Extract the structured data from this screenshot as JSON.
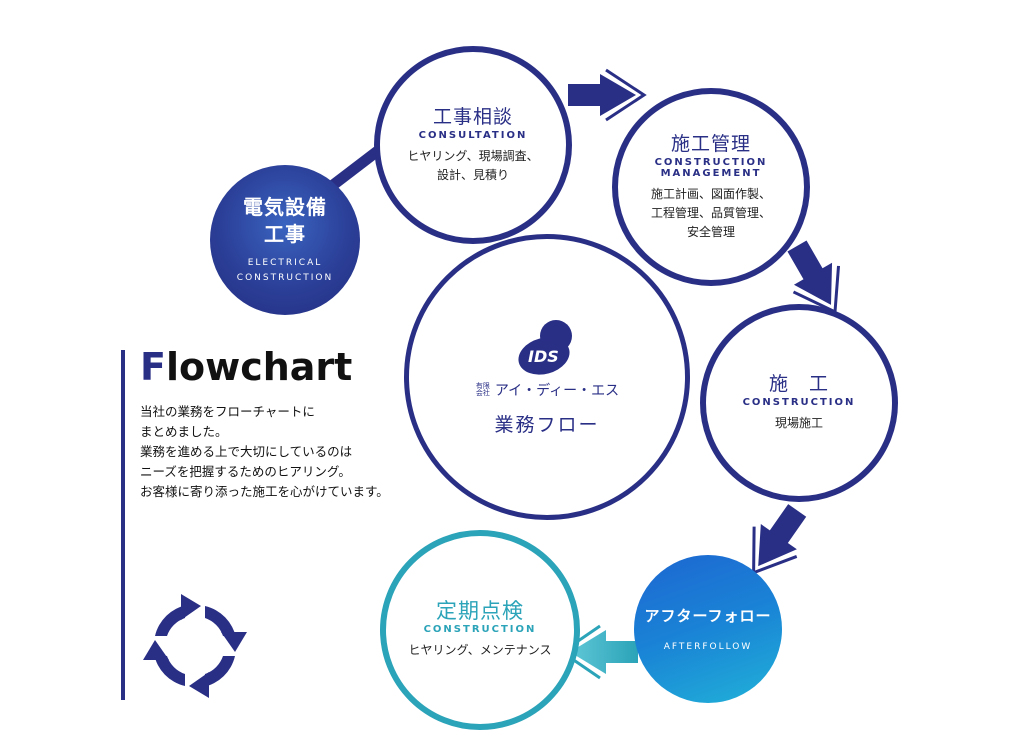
{
  "heading": {
    "first_letter": "F",
    "rest": "lowchart"
  },
  "intro_lines": [
    "当社の業務をフローチャートに",
    "まとめました。",
    "業務を進める上で大切にしているのは",
    "ニーズを把握するためのヒアリング。",
    "お客様に寄り添った施工を心がけています。"
  ],
  "center": {
    "logo_text": "IDS",
    "company_prefix": "有限会社",
    "company_name": "アイ・ディー・エス",
    "flow_title": "業務フロー"
  },
  "nodes": {
    "electrical": {
      "title_1": "電気設備",
      "title_2": "工事",
      "en_1": "ELECTRICAL",
      "en_2": "CONSTRUCTION"
    },
    "consultation": {
      "title": "工事相談",
      "en": "CONSULTATION",
      "desc_1": "ヒヤリング、現場調査、",
      "desc_2": "設計、見積り"
    },
    "management": {
      "title": "施工管理",
      "en_1": "CONSTRUCTION",
      "en_2": "MANAGEMENT",
      "desc_1": "施工計画、図面作製、",
      "desc_2": "工程管理、品質管理、",
      "desc_3": "安全管理"
    },
    "construction": {
      "title": "施　工",
      "en": "CONSTRUCTION",
      "desc": "現場施工"
    },
    "afterfollow": {
      "title": "アフターフォロー",
      "en": "AFTERFOLLOW"
    },
    "maintenance": {
      "title": "定期点検",
      "en": "CONSTRUCTION",
      "desc": "ヒヤリング、メンテナンス"
    }
  },
  "colors": {
    "navy": "#2a2f86",
    "teal": "#2ba3b8",
    "blue": "#1a84d6"
  }
}
